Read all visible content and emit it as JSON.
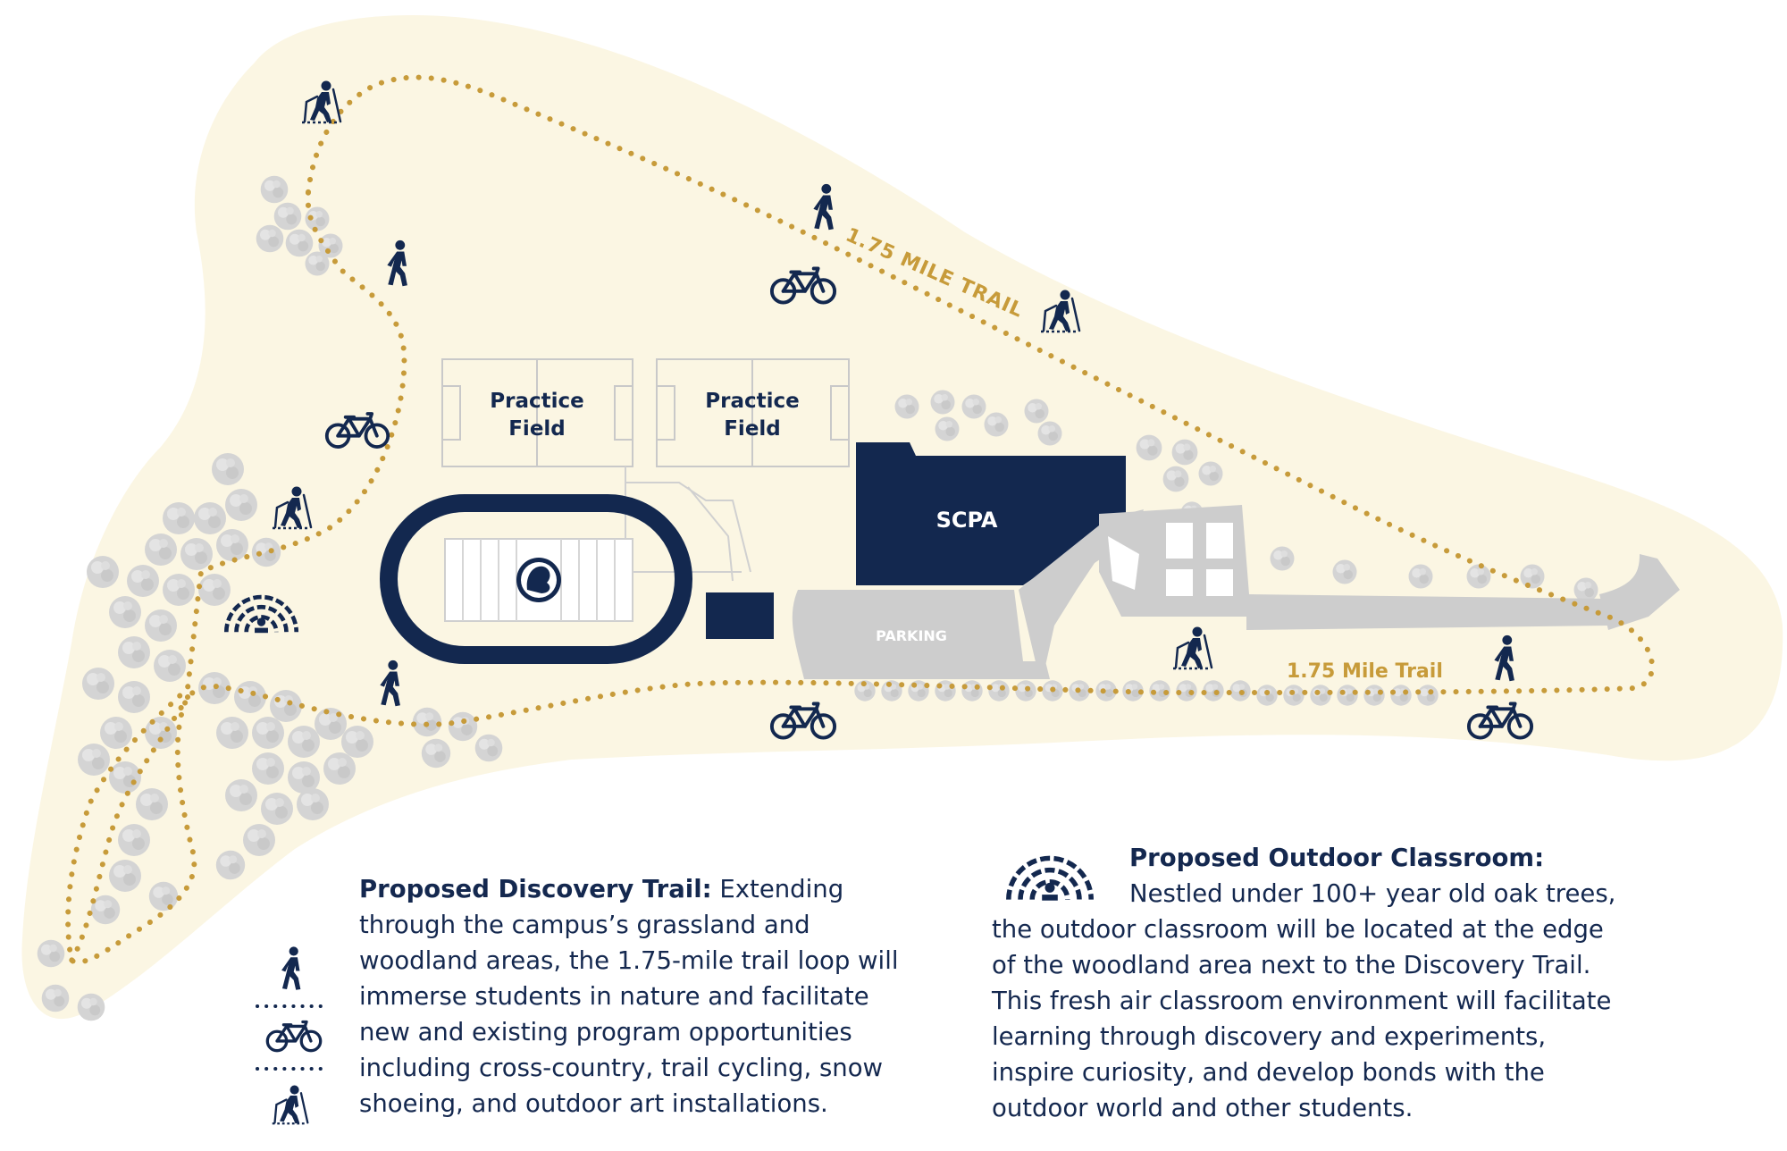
{
  "map": {
    "trail_label_top": "1.75 MILE TRAIL",
    "trail_label_bottom": "1.75 Mile Trail",
    "practice_field_1": [
      "Practice",
      "Field"
    ],
    "practice_field_2": [
      "Practice",
      "Field"
    ],
    "building_label": "SCPA",
    "parking_label": "PARKING"
  },
  "legend": {
    "discovery_trail": {
      "title": "Proposed Discovery Trail:",
      "body": "Extending through the campus’s grassland and woodland areas, the 1.75-mile trail loop will immerse students in nature and facilitate new and existing program opportunities including cross-country, trail cycling, snow shoeing, and outdoor art installations."
    },
    "outdoor_classroom": {
      "title": "Proposed Outdoor Classroom:",
      "body": "Nestled under 100+ year old oak trees, the outdoor classroom will be located at the edge of the woodland area next to the Discovery Trail. This fresh air classroom environment will facilitate learning through discovery and experiments, inspire curiosity, and develop bonds with the outdoor world and other students."
    }
  },
  "colors": {
    "land": "#fbf6e3",
    "navy": "#13284f",
    "trail_gold": "#c79b3a",
    "pavement": "#cdcdcd",
    "tree": "#d4d4d4"
  },
  "icons": [
    "walker-icon",
    "bicycle-icon",
    "snowshoer-icon",
    "outdoor-classroom-icon",
    "school-crest-icon"
  ]
}
